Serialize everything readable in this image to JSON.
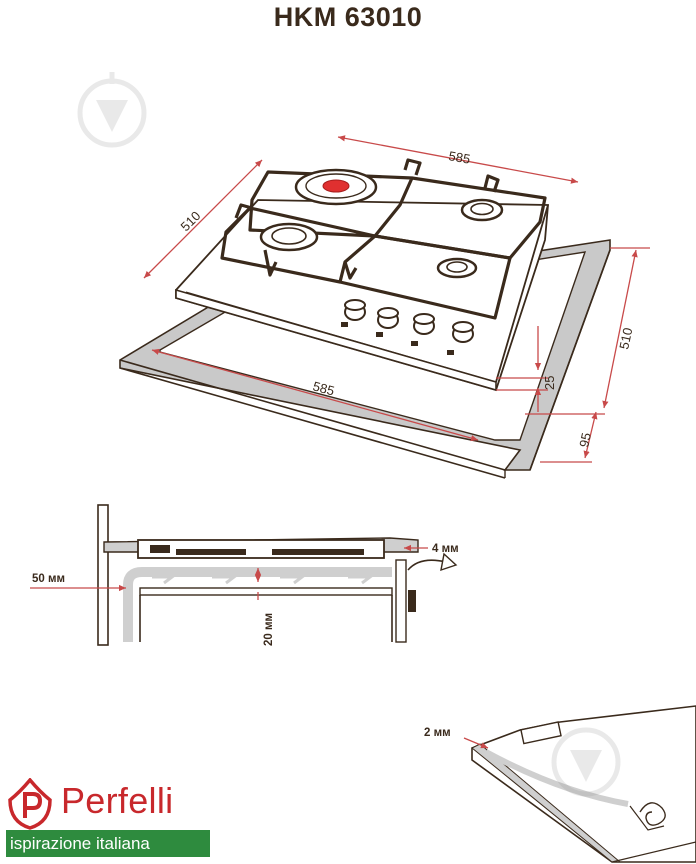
{
  "title": "HKM 63010",
  "dimensions": {
    "top_width": "585",
    "top_depth": "510",
    "cutout_width": "585",
    "cutout_depth": "510",
    "edge_depth": "25",
    "front_offset": "95"
  },
  "installation": {
    "gap_50": "50 мм",
    "gap_20": "20 мм",
    "gap_4": "4 мм",
    "seal_2": "2 мм"
  },
  "brand": {
    "name": "Perfelli",
    "tagline": "ispirazione italiana"
  },
  "colors": {
    "text": "#3a2a1c",
    "dimension_line": "#c84a4a",
    "brand_red": "#c8282c",
    "brand_green": "#2e8b3e",
    "hotplate": "#e03030"
  },
  "icons": [
    "watermark-drop-icon",
    "perfelli-logo-icon",
    "airflow-arrow-icon"
  ]
}
